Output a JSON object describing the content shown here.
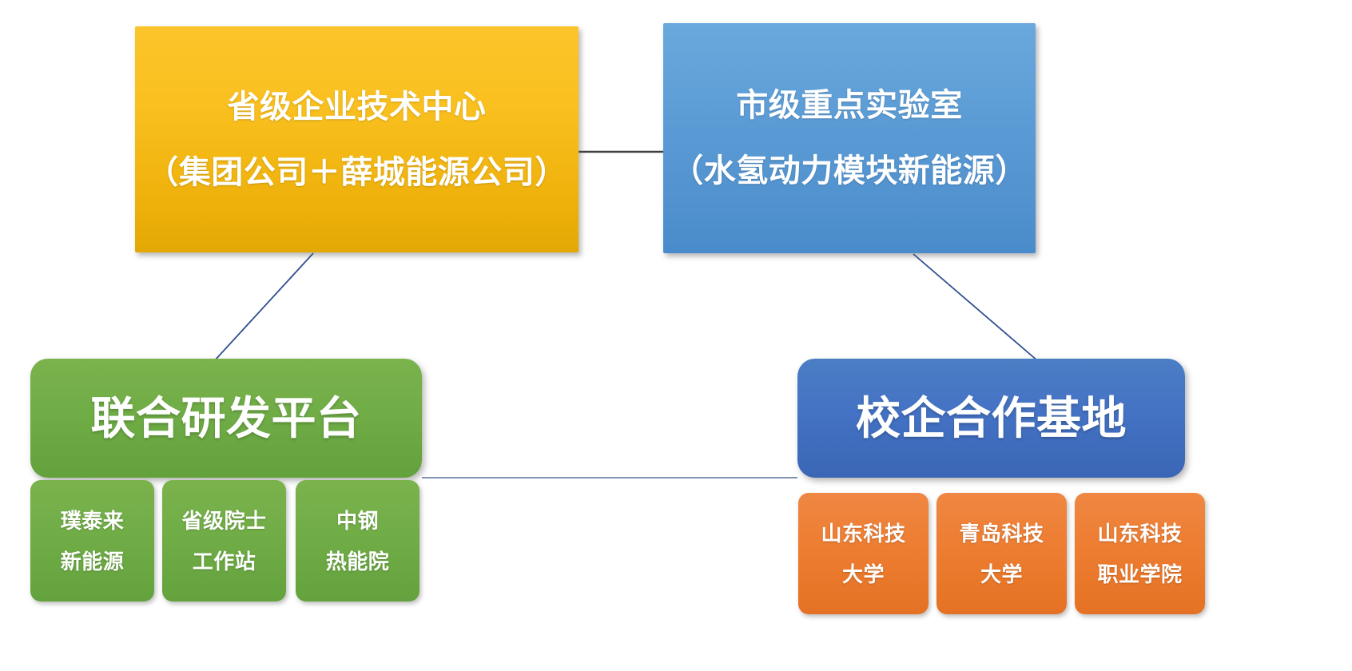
{
  "diagram": {
    "title_nodes": [
      {
        "id": "prov-tech-center",
        "lines": [
          "省级企业技术中心",
          "（集团公司＋薛城能源公司）"
        ],
        "color": "#f9c01f"
      },
      {
        "id": "city-lab",
        "lines": [
          "市级重点实验室",
          "（水氢动力模块新能源）"
        ],
        "color": "#5b9bd5"
      }
    ],
    "platform_nodes": [
      {
        "id": "joint-rd-platform",
        "label": "联合研发平台",
        "color": "#70ad47"
      },
      {
        "id": "school-enterprise-base",
        "label": "校企合作基地",
        "color": "#4472c4"
      }
    ],
    "green_chips": [
      {
        "lines": [
          "璞泰来",
          "新能源"
        ]
      },
      {
        "lines": [
          "省级院士",
          "工作站"
        ]
      },
      {
        "lines": [
          "中钢",
          "热能院"
        ]
      }
    ],
    "orange_chips": [
      {
        "lines": [
          "山东科技",
          "大学"
        ]
      },
      {
        "lines": [
          "青岛科技",
          "大学"
        ]
      },
      {
        "lines": [
          "山东科技",
          "职业学院"
        ]
      }
    ],
    "connector_colors": {
      "horizontal_top": "#3f3f3f",
      "diagonal": "#2f4f8f",
      "horizontal_bottom": "#5a6f96"
    }
  }
}
